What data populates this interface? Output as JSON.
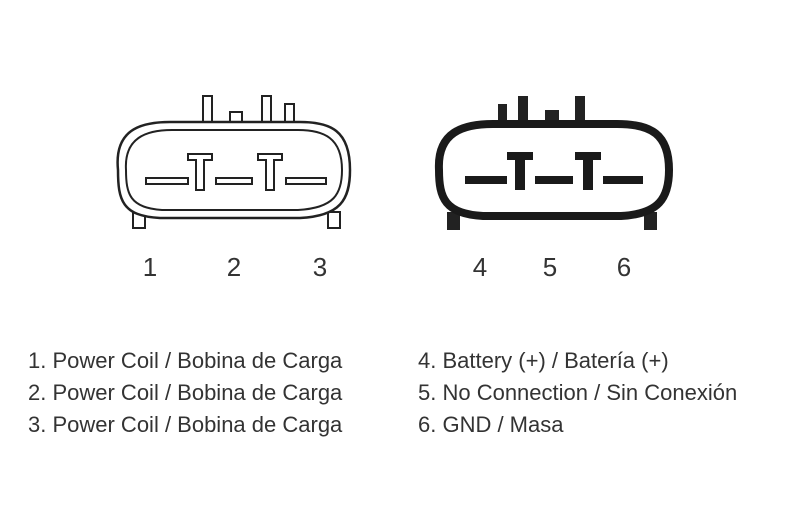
{
  "pins": {
    "left": [
      "1",
      "2",
      "3"
    ],
    "right": [
      "4",
      "5",
      "6"
    ]
  },
  "legend": {
    "left": [
      "1. Power Coil / Bobina de Carga",
      "2. Power Coil / Bobina de Carga",
      "3. Power Coil / Bobina de Carga"
    ],
    "right": [
      "4. Battery (+) / Batería (+)",
      "5. No Connection / Sin Conexión",
      "6. GND / Masa"
    ]
  },
  "colors": {
    "outline": "#222222",
    "text": "#333333"
  }
}
